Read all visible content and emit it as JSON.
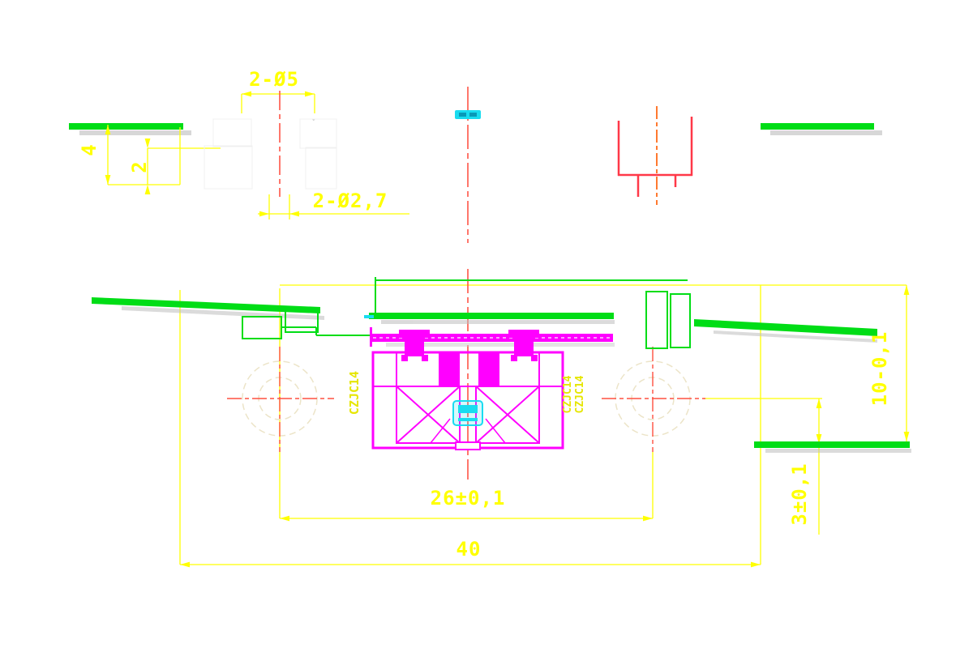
{
  "document": {
    "type": "cad-section-drawing",
    "background": "#ffffff"
  },
  "palette": {
    "dimension_yellow": "#ffff00",
    "label_yellow": "#e6e600",
    "glass_green": "#00dd16",
    "centerline_red": "#ff4a3c",
    "profile_red": "#ff3848",
    "hatch_red": "#ff2a2a",
    "hatch_gray": "#cdcdcd",
    "part_magenta": "#ff00ff",
    "highlight_cyan": "#19dcf0",
    "faint_circle": "#ece4c8",
    "shadow_gray": "#bdbdbd"
  },
  "top_view": {
    "dim_holes_top": "2-Ø5",
    "dim_holes_bottom": "2-Ø2,7",
    "dim_total_thickness": "4",
    "dim_step_thickness": "2"
  },
  "section_view": {
    "dim_hole_spacing": "26±0,1",
    "dim_overall_width": "40",
    "dim_height": "10-0,1",
    "dim_edge": "3±0,1",
    "label_left_profile": "CZJC14",
    "label_right_profile_line1": "CZJC14",
    "label_right_profile_line2": "CZJC14"
  }
}
